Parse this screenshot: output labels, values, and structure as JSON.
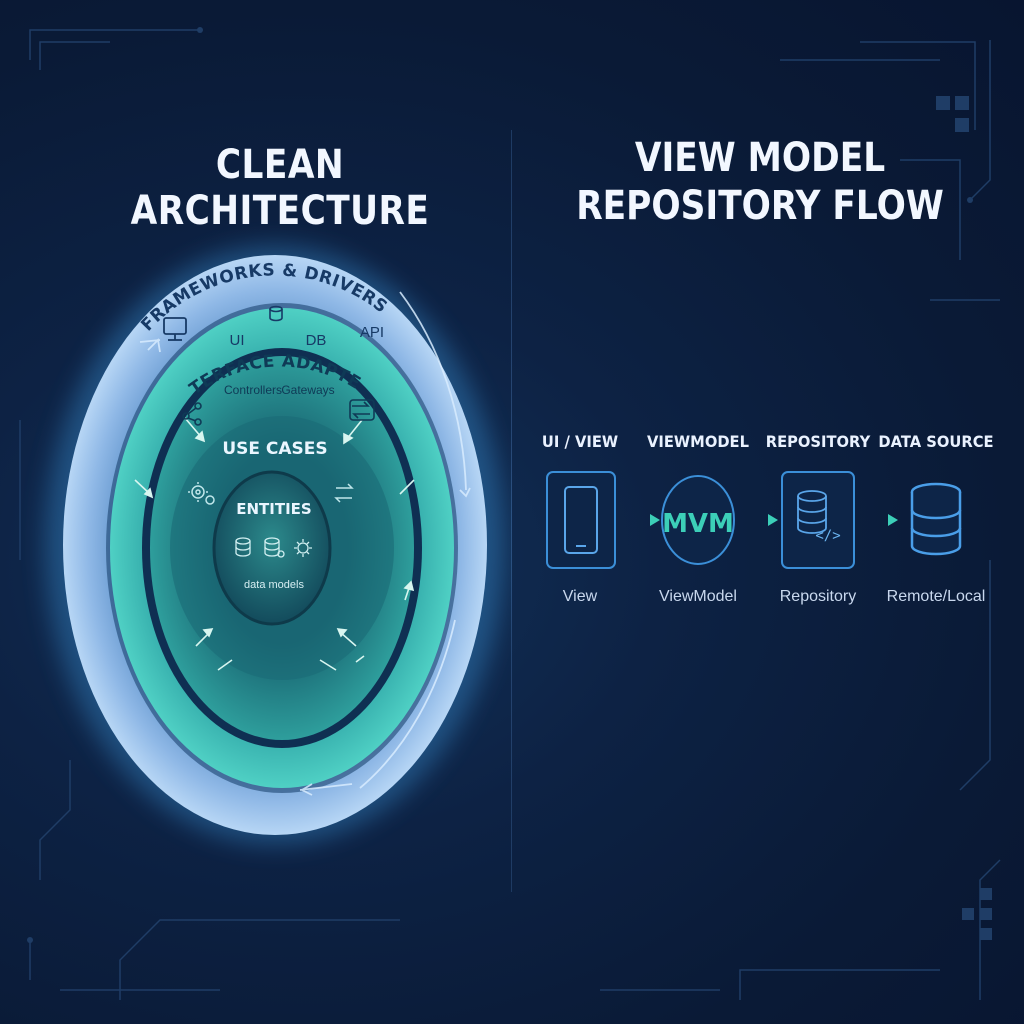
{
  "left_title": "CLEAN ARCHITECTURE",
  "right_title": [
    "VIEW MODEL",
    "REPOSITORY FLOW"
  ],
  "rings": {
    "outer": {
      "label": "FRAMEWORKS & DRIVERS",
      "items": [
        "UI",
        "DB",
        "API"
      ]
    },
    "adapters": {
      "label": "INTERFACE ADAPTERS",
      "items": [
        "Controllers",
        "Gateways"
      ]
    },
    "use_cases": {
      "label": "USE CASES"
    },
    "entities": {
      "label": "ENTITIES",
      "caption": "data models"
    }
  },
  "flow": [
    {
      "label": "UI / VIEW",
      "caption": "View",
      "icon": "smartphone-icon"
    },
    {
      "label": "VIEWMODEL",
      "caption": "ViewModel",
      "icon": "mvvm-logo-icon",
      "logo_text": "MVM"
    },
    {
      "label": "REPOSITORY",
      "caption": "Repository",
      "icon": "code-database-icon"
    },
    {
      "label": "DATA SOURCE",
      "caption": "Remote/Local",
      "icon": "database-icon"
    }
  ],
  "colors": {
    "background": "#0a1a36",
    "outer_ring": "#8fb8e6",
    "adapter_ring": "#39b7b0",
    "core": "#2a7f86",
    "flow_blue": "#3b8fd8",
    "flow_teal": "#3ccfb8"
  }
}
